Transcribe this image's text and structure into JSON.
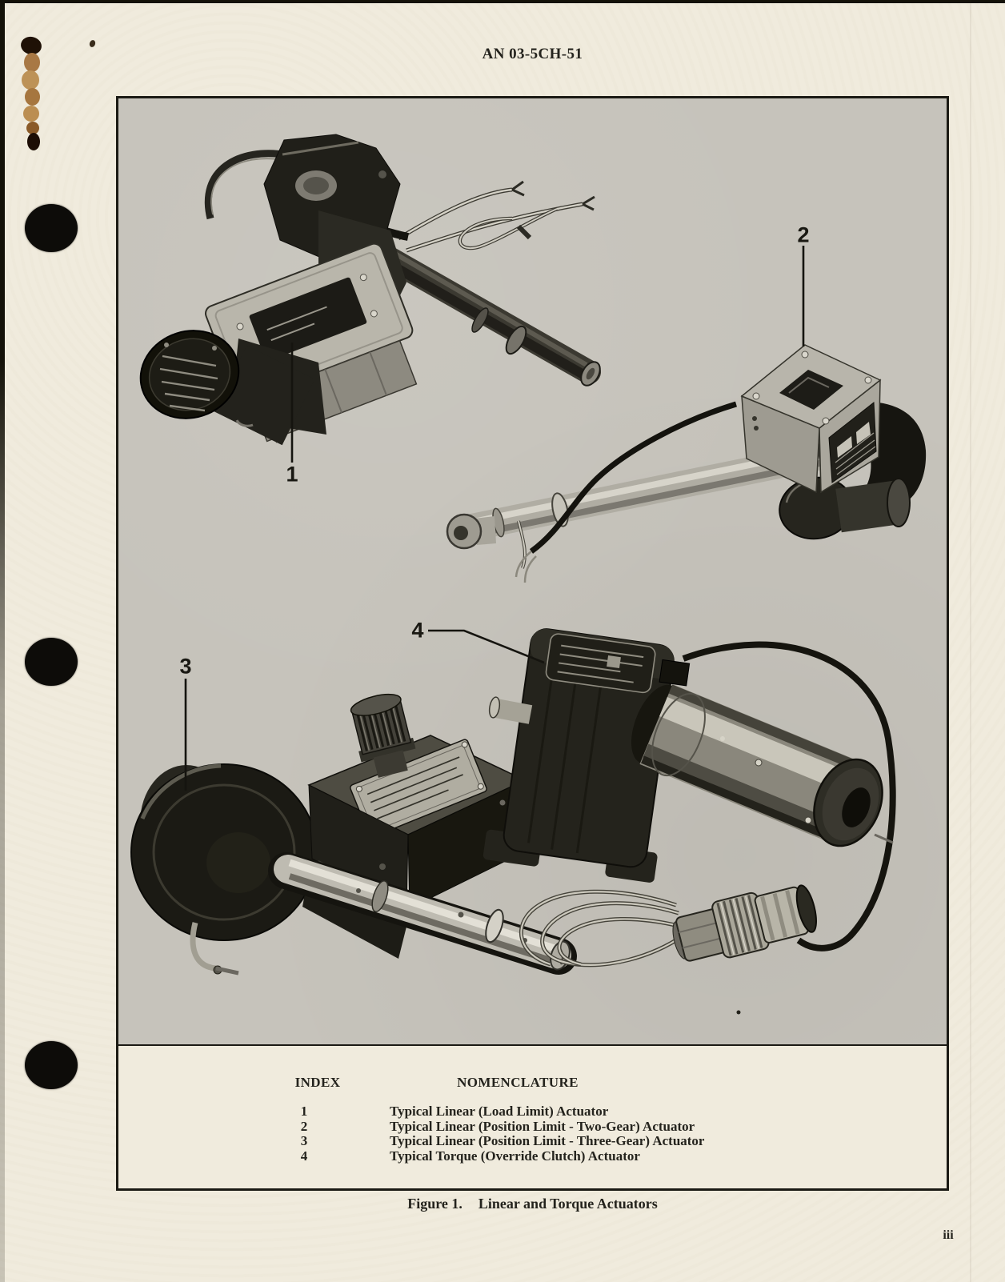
{
  "page": {
    "header": "AN 03-5CH-51",
    "page_number": "iii"
  },
  "figure": {
    "caption_label": "Figure 1.",
    "caption_title": "Linear and Torque Actuators",
    "callouts": [
      "1",
      "2",
      "3",
      "4"
    ],
    "photos": [
      {
        "callout": "1",
        "subject": "typical-linear-load-limit-actuator"
      },
      {
        "callout": "2",
        "subject": "typical-linear-position-limit-two-gear-actuator"
      },
      {
        "callout": "3",
        "subject": "typical-linear-position-limit-three-gear-actuator"
      },
      {
        "callout": "4",
        "subject": "typical-torque-override-clutch-actuator"
      }
    ],
    "index_table": {
      "index_header": "INDEX",
      "nomenclature_header": "NOMENCLATURE",
      "rows": [
        {
          "index": "1",
          "nomenclature": "Typical Linear (Load Limit) Actuator"
        },
        {
          "index": "2",
          "nomenclature": "Typical Linear (Position Limit - Two-Gear) Actuator"
        },
        {
          "index": "3",
          "nomenclature": "Typical Linear (Position Limit - Three-Gear) Actuator"
        },
        {
          "index": "4",
          "nomenclature": "Typical Torque (Override Clutch) Actuator"
        }
      ]
    }
  },
  "colors": {
    "paper": "#f0ebdd",
    "photo_background": "#c6c3bb",
    "ink": "#24231d"
  }
}
